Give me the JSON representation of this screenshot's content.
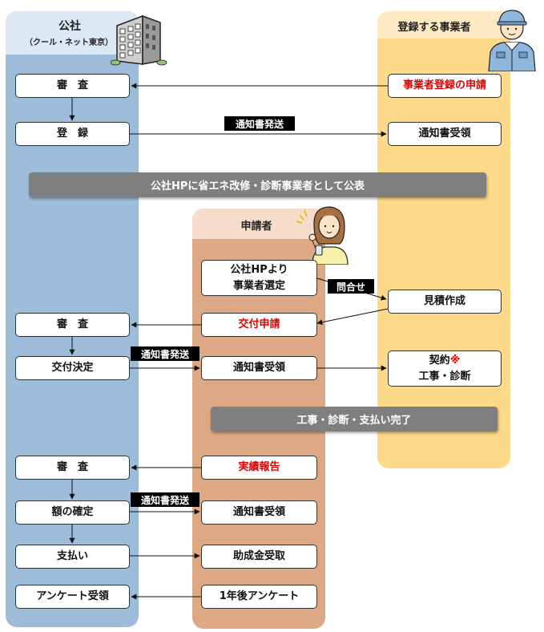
{
  "lanes": {
    "kosha": {
      "title": "公社",
      "subtitle": "（クール・ネット東京）"
    },
    "jigyosha": {
      "title": "登録する事業者"
    },
    "shinseisha": {
      "title": "申請者"
    }
  },
  "boxes": {
    "shinsa1": "審　査",
    "toroku": "登　録",
    "jigyosha_shinsei": "事業者登録の申請",
    "tsuchisho_juryo1": "通知書受領",
    "hp_sentei_line1": "公社HPより",
    "hp_sentei_line2": "事業者選定",
    "mitsumori": "見積作成",
    "shinsa2": "審　査",
    "kofu_shinsei": "交付申請",
    "kofu_kettei": "交付決定",
    "tsuchisho_juryo2": "通知書受領",
    "keiyaku_line1": "契約",
    "keiyaku_mark": "※",
    "keiyaku_line2": "工事・診断",
    "shinsa3": "審　査",
    "jisseki": "実績報告",
    "gaku_kakutei": "額の確定",
    "tsuchisho_juryo3": "通知書受領",
    "shiharai": "支払い",
    "josei_juryo": "助成金受取",
    "anketo_juryo": "アンケート受領",
    "anketo_1nen": "1年後アンケート"
  },
  "banners": {
    "kohyo": "公社HPに省エネ改修・診断事業者として公表",
    "kanryo": "工事・診断・支払い完了"
  },
  "tags": {
    "tsuchisho1": "通知書発送",
    "toiawase": "問合せ",
    "tsuchisho2": "通知書発送",
    "tsuchisho3": "通知書発送"
  },
  "colors": {
    "kosha_lane": "#9dbcd9",
    "kosha_head": "#dce8f3",
    "jigyosha_lane": "#fdd98a",
    "jigyosha_head": "#fde9c2",
    "shinseisha_lane": "#dda985",
    "shinseisha_head": "#f6dccb",
    "red": "#e00000",
    "banner": "#7f7f7f"
  },
  "icons": [
    "building-icon",
    "worker-icon",
    "applicant-woman-icon"
  ]
}
